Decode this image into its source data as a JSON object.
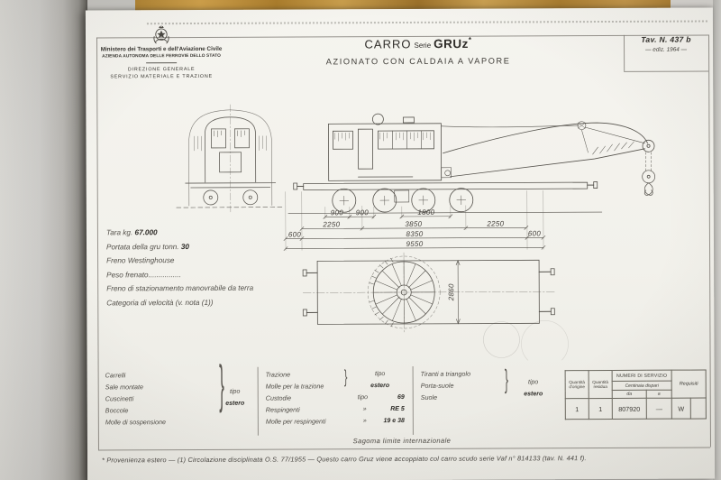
{
  "header": {
    "ministry": {
      "line1": "Ministero dei Trasporti e dell'Aviazione Civile",
      "line2": "AZIENDA AUTONOMA DELLE FERROVIE DELLO STATO",
      "line3": "DIREZIONE GENERALE",
      "line4": "SERVIZIO MATERIALE E TRAZIONE"
    },
    "title": {
      "word": "CARRO",
      "serie": "Serie",
      "code": "GRUz",
      "star": "*",
      "subtitle": "AZIONATO  CON  CALDAIA  A  VAPORE"
    },
    "plate": {
      "number": "Tav. N. 437 b",
      "edition": "— ediz. 1964 —"
    }
  },
  "specs": {
    "rows": [
      {
        "label": "Tara kg.",
        "value": "67.000"
      },
      {
        "label": "Portata della gru tonn.",
        "value": "30"
      },
      {
        "label": "Freno Westinghouse",
        "value": ""
      },
      {
        "label": "Peso frenato................",
        "value": ""
      },
      {
        "label": "Freno di stazionamento manovrabile da terra",
        "value": ""
      },
      {
        "label": "Categoria di velocità (v. nota (1))",
        "value": ""
      }
    ]
  },
  "drawing": {
    "dims": {
      "d900a": "900",
      "d900b": "900",
      "d1800": "1800",
      "d2250a": "2250",
      "d3850": "3850",
      "d2250b": "2250",
      "d600a": "600",
      "d8350": "8350",
      "d600b": "600",
      "d9550": "9550",
      "d2860": "2860"
    }
  },
  "parts": {
    "section1": {
      "items": [
        "Carrelli",
        "Sale montate",
        "Cuscinetti",
        "Boccole",
        "Molle di sospensione"
      ],
      "type_label": "tipo",
      "type_value": "estero"
    },
    "section2": {
      "items": [
        "Trazione",
        "Molle per la trazione",
        "Custodie",
        "Respingenti",
        "Molle per respingenti"
      ],
      "type_label": "tipo",
      "type_value": "estero",
      "rows": [
        {
          "k": "tipo",
          "v": "69"
        },
        {
          "k": "»",
          "v": "RE 5"
        },
        {
          "k": "»",
          "v": "19 e 38"
        }
      ]
    },
    "section3": {
      "items": [
        "Tiranti a triangolo",
        "Porta-suole",
        "Suole"
      ],
      "type_label": "tipo",
      "type_value": "estero"
    }
  },
  "service_table": {
    "headers": {
      "origin": [
        "Quantità",
        "d'origine"
      ],
      "residual": [
        "Quantità",
        "residua"
      ],
      "numbers": "NUMERI DI SERVIZIO",
      "centinaia": "Centinaia dispari",
      "da": "da",
      "a": "a",
      "requisiti": "Requisiti"
    },
    "values": {
      "origin": "1",
      "residual": "1",
      "da": "807920",
      "a": "—",
      "requisiti": "W"
    }
  },
  "footer": {
    "sagoma": "Sagoma  limite  internazionale",
    "note": "* Provenienza estero — (1) Circolazione disciplinata O.S. 77/1955 — Questo carro Gruz viene accoppiato col carro scudo serie Vaf n° 814133 (tav. N. 441 f)."
  }
}
